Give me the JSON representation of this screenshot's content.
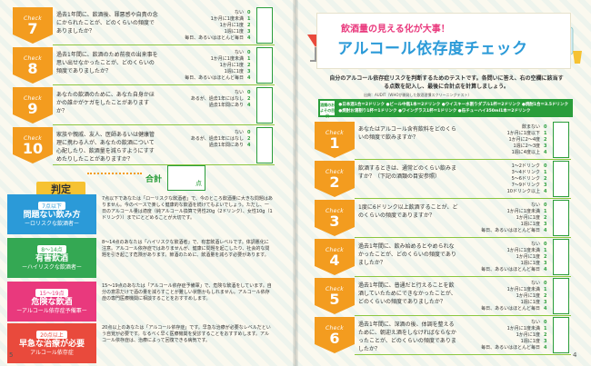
{
  "left": {
    "check_label": "Check",
    "questions": [
      {
        "num": "7",
        "text": "過去1年間に、飲酒後、罪悪感や自責の念にかられたことが、どのくらいの頻度でありましたか？",
        "options": [
          "ない",
          "1か月に1度未満",
          "1か月に1度",
          "1週に1度",
          "毎日、あるいはほとんど毎日"
        ],
        "scores": [
          "0",
          "1",
          "2",
          "3",
          "4"
        ]
      },
      {
        "num": "8",
        "text": "過去1年間に、飲酒のため前夜の出来事を思い出せなかったことが、どのくらいの頻度でありましたか？",
        "options": [
          "ない",
          "1か月に1度未満",
          "1か月に1度",
          "1週に1度",
          "毎日、あるいはほとんど毎日"
        ],
        "scores": [
          "0",
          "1",
          "2",
          "3",
          "4"
        ]
      },
      {
        "num": "9",
        "text": "あなたの飲酒のために、あなた自身かほかの誰かがケガをしたことがありますか？",
        "options": [
          "ない",
          "あるが、過去1年にはなし",
          "過去1年間にあり"
        ],
        "scores": [
          "0",
          "2",
          "4"
        ]
      },
      {
        "num": "10",
        "text": "家族や親戚、友人、医師あるいは健康管理に携わる人が、あなたの飲酒について心配したり、飲酒量を減らすようにすすめたりしたことがありますか？",
        "options": [
          "ない",
          "あるが、過去1年にはなし",
          "過去1年間にあり"
        ],
        "scores": [
          "0",
          "2",
          "4"
        ]
      }
    ],
    "total_label": "合計",
    "points_unit": "点",
    "judge_label": "判定",
    "levels": [
      {
        "points": "7点以下",
        "title": "問題ない飲み方",
        "sub": "ーロリスクな飲酒者ー",
        "desc": "7点以下であなたは「ローリスクな飲酒者」で、今のところ飲酒量に大きな問題はありません。今のペースで楽しく健康的な飲酒を続けてもよいでしょう。ただし、一日のアルコール量は適度（純アルコール換算で男性20g（2ドリンク）、女性10g（1ドリンク））までにとどめることが大切です。"
      },
      {
        "points": "8〜14点",
        "title": "有害飲酒",
        "sub": "ーハイリスクな飲酒者ー",
        "desc": "8〜14点のあなたは「ハイリスクな飲酒者」で、有害飲酒レベルです。体調悪化に注意。アルコール依存症ではありませんが、健康に問題を起こしたり、社会的な問題を引き起こす危険があります。節酒のために、飲酒量を減らす必要があります。"
      },
      {
        "points": "15〜19点",
        "title": "危険な飲酒",
        "sub": "ーアルコール依存症予備軍ー",
        "desc": "15〜19点のあなたは「アルコール依存症予備軍」で、危険な飲酒をしています。自分の意思だけで酒の量を減らすことが難しい状態かもしれません。アルコール依存症の専門医療機関に相談することをおすすめします。"
      },
      {
        "points": "20点以上",
        "title": "早急な治療が必要",
        "sub": "アルコール依存症",
        "desc": "20点以上のあなたは「アルコール依存症」です。早急な治療が必要なレベルだという自覚が必要です。なるべく早く医療機関を受診することをおすすめします。アルコール依存症は、治療によって回復できる病気です。"
      }
    ],
    "page_no": "5"
  },
  "right": {
    "subtitle": "飲酒量の見える化が大事！",
    "title": "アルコール依存度チェック",
    "lead": "自分のアルコール依存症リスクを判断するためのテストです。各問いに答え、右の空欄に該当する点数を記入し、最後に合計点を計算しましょう。",
    "source": "出典：AUDIT（WHOが開発した飲酒習慣スクリーニングテスト）",
    "std_label": "酒類のおよその目安",
    "std_text": "●日本酒1合＝2ドリンク ●ビール中瓶1本＝2ドリンク ●ウイスキー水割りダブル1杯＝2ドリンク ●焼酎1合＝3.5ドリンク ●焼酎お湯割り1杯＝1ドリンク ●ワイングラス1杯＝1ドリンク ●缶チューハイ350ml1本＝2ドリンク",
    "check_label": "Check",
    "questions": [
      {
        "num": "1",
        "text": "あなたはアルコール含有飲料をどのくらいの頻度で飲みますか？",
        "options": [
          "飲まない",
          "1か月に1度以下",
          "1か月に2〜4度",
          "1週に2〜3度",
          "1週に4度以上"
        ],
        "scores": [
          "0",
          "1",
          "2",
          "3",
          "4"
        ]
      },
      {
        "num": "2",
        "text": "飲酒するときは、通常どのくらい飲みますか？（下記の酒類の目安参照）",
        "options": [
          "1〜2ドリンク",
          "3〜4ドリンク",
          "5〜6ドリンク",
          "7〜9ドリンク",
          "10ドリンク以上"
        ],
        "scores": [
          "0",
          "1",
          "2",
          "3",
          "4"
        ]
      },
      {
        "num": "3",
        "text": "1度に6ドリンク以上飲酒することが、どのくらいの頻度でありますか？",
        "options": [
          "ない",
          "1か月に1度未満",
          "1か月に1度",
          "1週に1度",
          "毎日、あるいはほとんど毎日"
        ],
        "scores": [
          "0",
          "1",
          "2",
          "3",
          "4"
        ]
      },
      {
        "num": "4",
        "text": "過去1年間に、飲み始めるとやめられなかったことが、どのくらいの頻度でありましたか？",
        "options": [
          "ない",
          "1か月に1度未満",
          "1か月に1度",
          "1週に1度",
          "毎日、あるいはほとんど毎日"
        ],
        "scores": [
          "0",
          "1",
          "2",
          "3",
          "4"
        ]
      },
      {
        "num": "5",
        "text": "過去1年間に、普通だと行えることを飲酒していたためにできなかったことが、どのくらいの頻度でありましたか？",
        "options": [
          "ない",
          "1か月に1度未満",
          "1か月に1度",
          "1週に1度",
          "毎日、あるいはほとんど毎日"
        ],
        "scores": [
          "0",
          "1",
          "2",
          "3",
          "4"
        ]
      },
      {
        "num": "6",
        "text": "過去1年間に、深酒の後、体調を整えるために、朝迎え酒をしなければならなかったことが、どのくらいの頻度でありましたか？",
        "options": [
          "ない",
          "1か月に1度未満",
          "1か月に1度",
          "1週に1度",
          "毎日、あるいはほとんど毎日"
        ],
        "scores": [
          "0",
          "1",
          "2",
          "3",
          "4"
        ]
      }
    ],
    "points_unit": "点",
    "page_no": "4"
  },
  "colors": {
    "check": "#f39c1f",
    "green": "#2a9d3a",
    "title_blue": "#2b9ad8",
    "pink": "#e9397d"
  }
}
